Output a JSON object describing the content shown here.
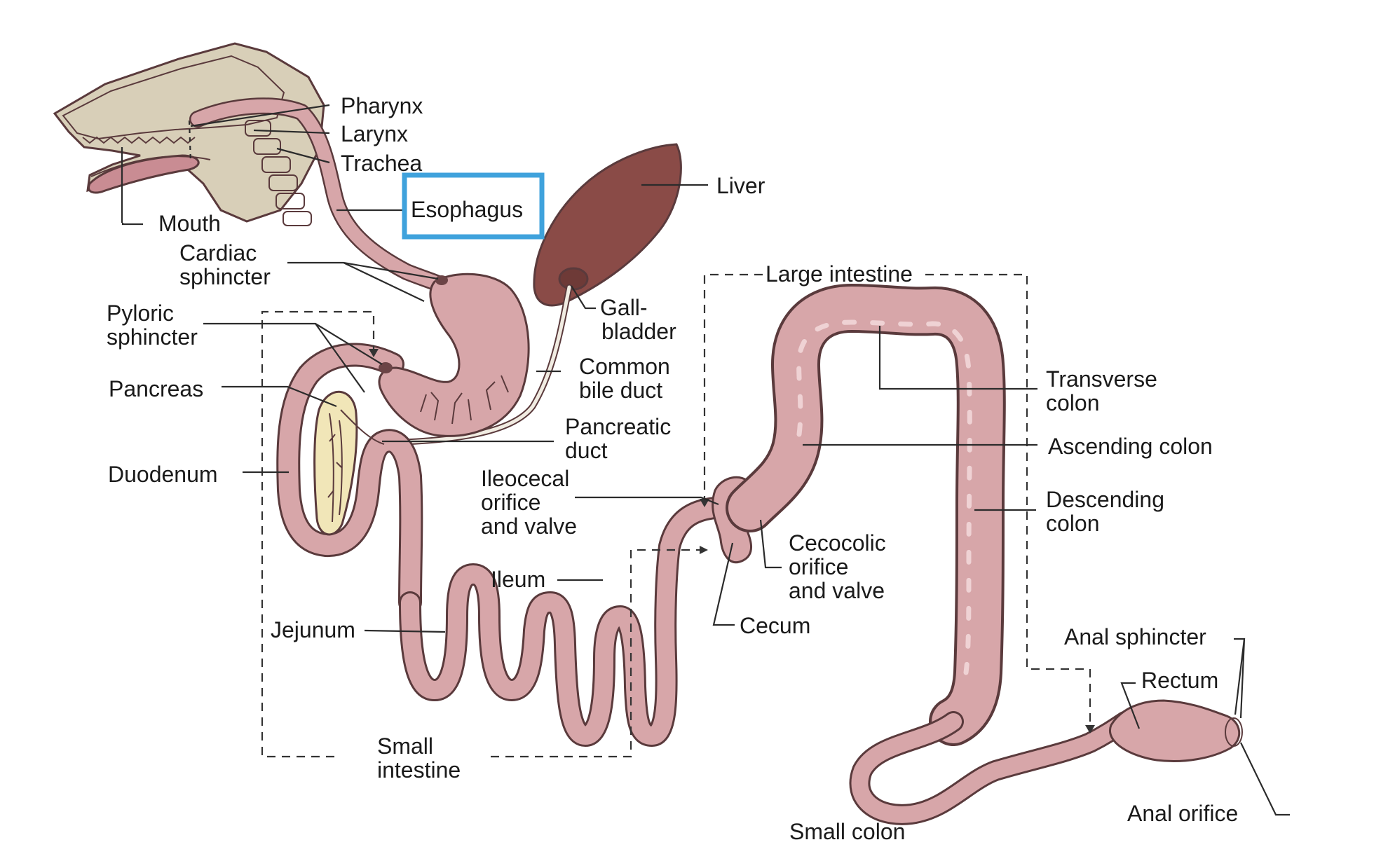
{
  "colors": {
    "tissue": "#d7a6a9",
    "tissue_dark": "#a06a6f",
    "outline": "#5a3a3c",
    "liver": "#8a4b47",
    "pancreas": "#f1e6b8",
    "skull": "#efeadb",
    "head": "#d8cfb8",
    "highlight_box": "#3fa2dc"
  },
  "labels": {
    "pharynx": "Pharynx",
    "larynx": "Larynx",
    "trachea": "Trachea",
    "esophagus": "Esophagus",
    "mouth": "Mouth",
    "liver": "Liver",
    "cardiac_1": "Cardiac",
    "cardiac_2": "sphincter",
    "gall_1": "Gall-",
    "gall_2": "bladder",
    "large_intestine": "Large intestine",
    "pyloric_1": "Pyloric",
    "pyloric_2": "sphincter",
    "common_bile_1": "Common",
    "common_bile_2": "bile duct",
    "pancreas": "Pancreas",
    "pancreatic_duct_1": "Pancreatic",
    "pancreatic_duct_2": "duct",
    "transverse_1": "Transverse",
    "transverse_2": "colon",
    "ascending": "Ascending colon",
    "duodenum": "Duodenum",
    "ileocecal_1": "Ileocecal",
    "ileocecal_2": "orifice",
    "ileocecal_3": "and valve",
    "descending_1": "Descending",
    "descending_2": "colon",
    "cecocolic_1": "Cecocolic",
    "cecocolic_2": "orifice",
    "cecocolic_3": "and valve",
    "ileum": "Ileum",
    "cecum": "Cecum",
    "jejunum": "Jejunum",
    "anal_sphincter": "Anal sphincter",
    "rectum": "Rectum",
    "small_intestine_1": "Small",
    "small_intestine_2": "intestine",
    "anal_orifice": "Anal orifice",
    "small_colon": "Small colon"
  }
}
